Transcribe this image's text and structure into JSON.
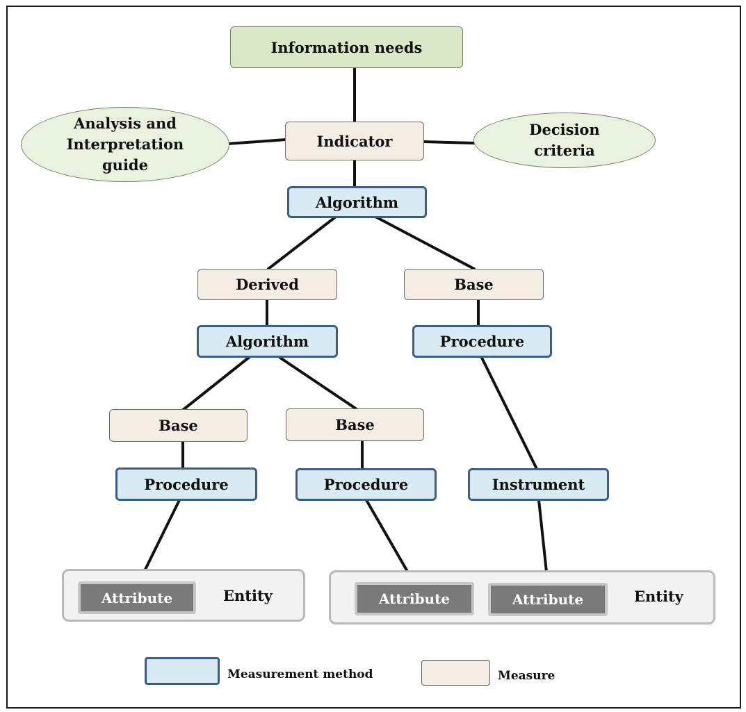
{
  "information_needs": "Information needs",
  "indicator": "Indicator",
  "analysis_guide": [
    "Analysis and",
    "Interpretation",
    "guide"
  ],
  "decision_criteria": [
    "Decision",
    "criteria"
  ],
  "algorithm_top": "Algorithm",
  "derived": "Derived",
  "base_right": "Base",
  "algorithm_mid": "Algorithm",
  "procedure_right": "Procedure",
  "base_left": "Base",
  "base_mid": "Base",
  "procedure_left": "Procedure",
  "procedure_mid": "Procedure",
  "instrument": "Instrument",
  "entity_left": {
    "attribute": "Attribute",
    "entity": "Entity"
  },
  "entity_right": {
    "attribute_1": "Attribute",
    "attribute_2": "Attribute",
    "entity": "Entity"
  },
  "legend": {
    "method": "Measurement method",
    "measure": "Measure"
  },
  "colors": {
    "need": "#dbe8c8",
    "measure": "#f3ece2",
    "method": "#d8eaf2",
    "method_border": "#3d5d86",
    "attribute": "#7a7a7a"
  }
}
